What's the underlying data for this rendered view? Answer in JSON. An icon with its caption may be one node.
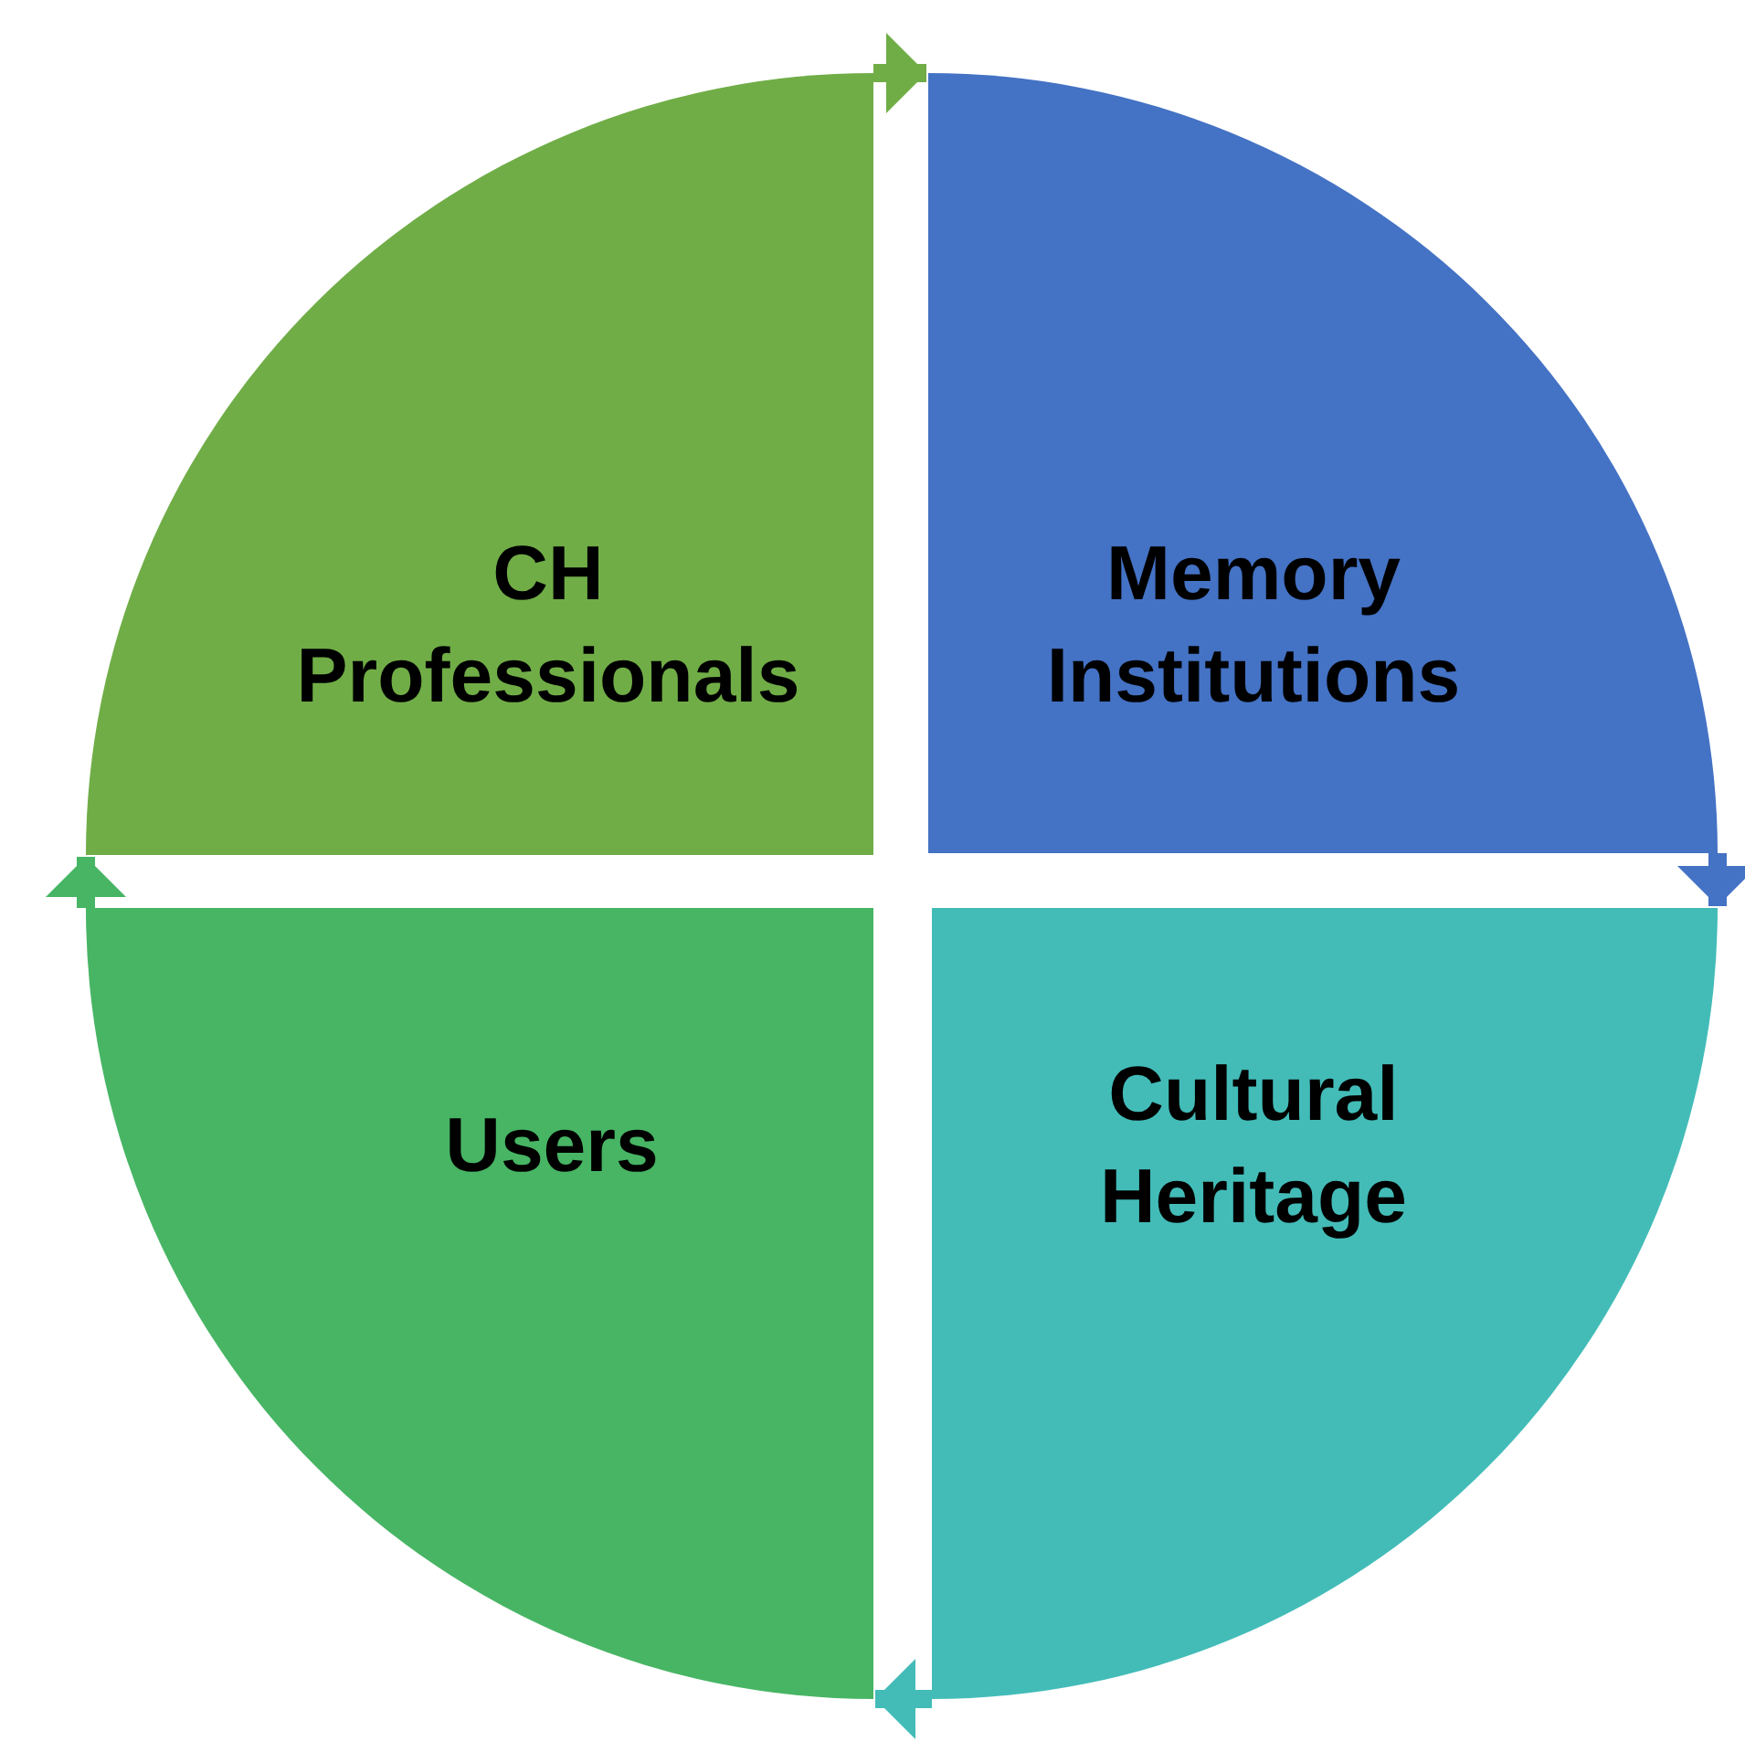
{
  "diagram": {
    "nodes": [
      {
        "text": [
          "CH Professionals"
        ]
      },
      {
        "text": [
          "Memory Institutions"
        ]
      },
      {
        "text": [
          "Cultural Heritage"
        ]
      },
      {
        "text": [
          "Users"
        ]
      }
    ],
    "edges": [
      {
        "from": 0,
        "to": 1,
        "arrow": "to",
        "color": "#70ad47"
      },
      {
        "from": 1,
        "to": 2,
        "arrow": "to",
        "color": "#4472c4"
      },
      {
        "from": 2,
        "to": 3,
        "arrow": "to",
        "color": "#43bcb8"
      },
      {
        "from": 3,
        "to": 0,
        "arrow": "to",
        "color": "#47b564"
      }
    ]
  }
}
